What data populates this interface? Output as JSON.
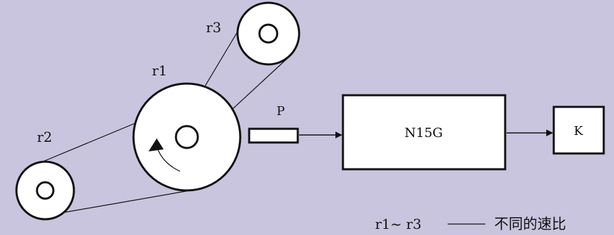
{
  "colors": {
    "background": "#c9c5de",
    "stroke": "#111111",
    "fill": "#ffffff"
  },
  "labels": {
    "pulley_r1": "r1",
    "pulley_r2": "r2",
    "pulley_r3": "r3",
    "sensor": "P",
    "controller": "N15G",
    "output": "K"
  },
  "legend": {
    "symbol": "r1~ r3",
    "text": "不同的速比"
  }
}
